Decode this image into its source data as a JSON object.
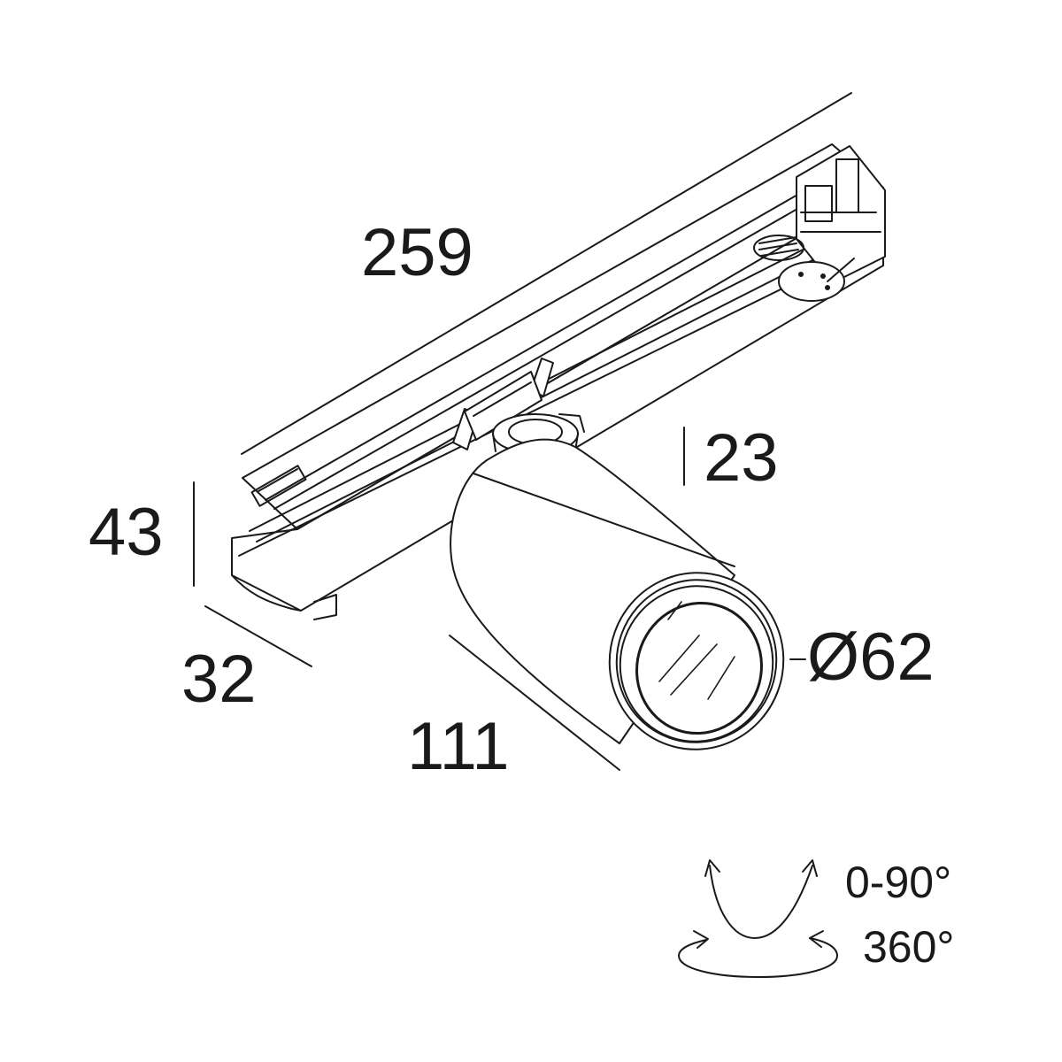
{
  "dimensions": {
    "length": "259",
    "height": "43",
    "depth": "32",
    "body_length": "111",
    "adapter_height": "23",
    "diameter": "Ø62"
  },
  "rotation": {
    "tilt": "0-90°",
    "rotate": "360°"
  },
  "line_color": "#1a1a1a"
}
